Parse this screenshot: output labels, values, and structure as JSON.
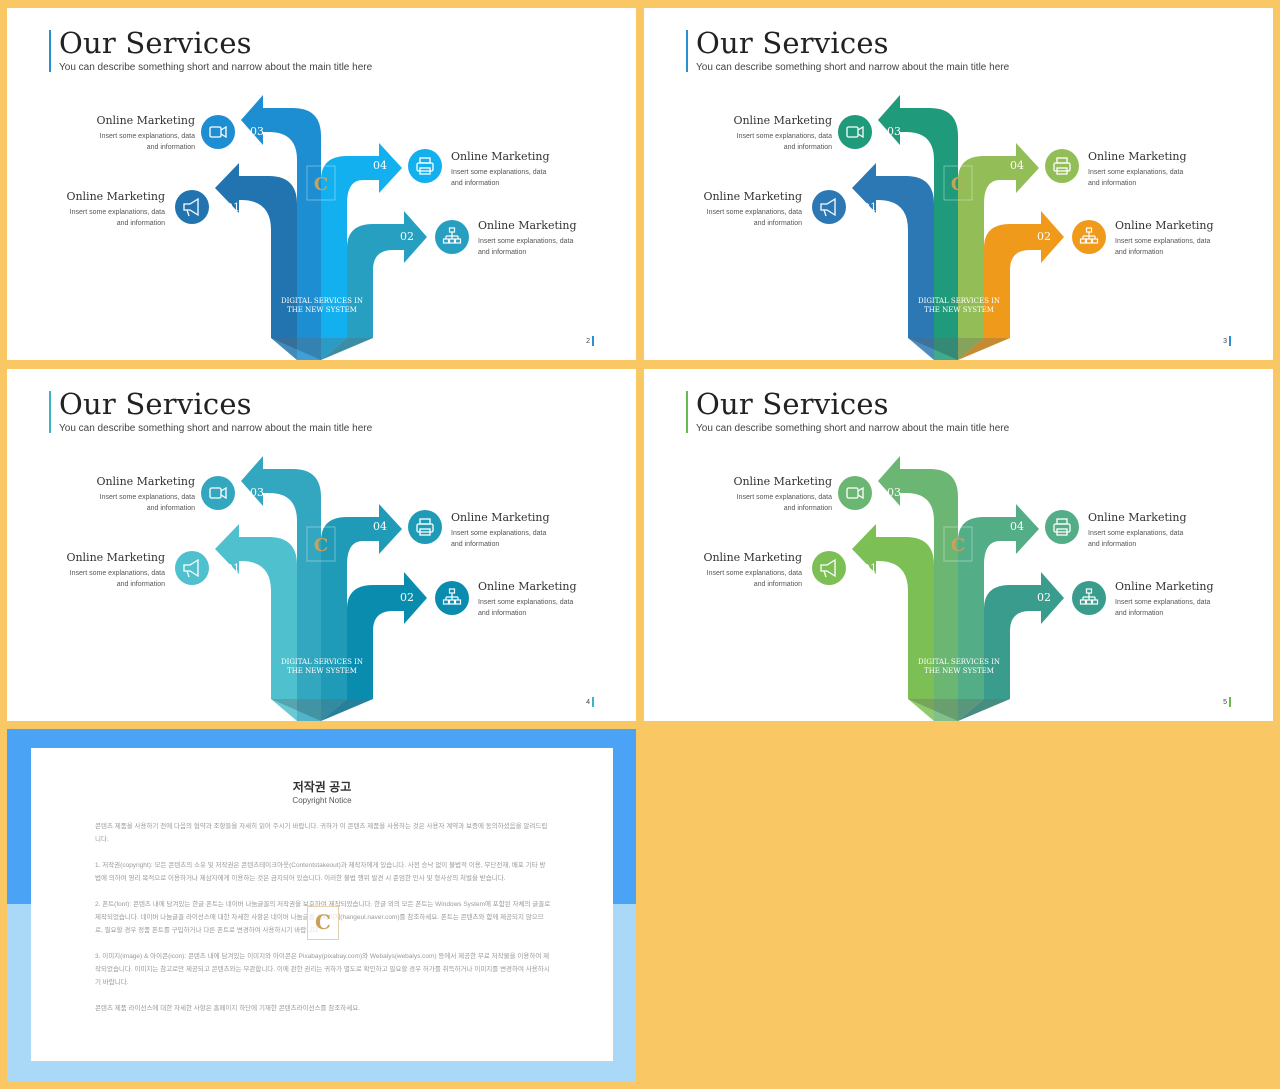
{
  "slides": [
    {
      "title": "Our Services",
      "subtitle": "You can describe something short and narrow about the main title here",
      "page": "2",
      "accent": "#2a8fd0",
      "colors": {
        "c1": "#2174b0",
        "c3": "#1d8ed1",
        "c4": "#12b0ef",
        "c2": "#279fc1"
      },
      "center_label": "DIGITAL SERVICES IN THE NEW SYSTEM"
    },
    {
      "title": "Our Services",
      "subtitle": "You can describe something short and narrow about the main title here",
      "page": "3",
      "accent": "#2a8fd0",
      "colors": {
        "c1": "#2b78b4",
        "c3": "#1f9a7b",
        "c4": "#93bd57",
        "c2": "#f09a1c"
      },
      "center_label": "DIGITAL SERVICES IN THE NEW SYSTEM"
    },
    {
      "title": "Our Services",
      "subtitle": "You can describe something short and narrow about the main title here",
      "page": "4",
      "accent": "#3fb3c6",
      "colors": {
        "c1": "#4fc0ce",
        "c3": "#33a7c0",
        "c4": "#1f9bb7",
        "c2": "#0a8caf"
      },
      "center_label": "DIGITAL SERVICES IN THE NEW SYSTEM"
    },
    {
      "title": "Our Services",
      "subtitle": "You can describe something short and narrow about the main title here",
      "page": "5",
      "accent": "#6bba4f",
      "colors": {
        "c1": "#7cbf55",
        "c3": "#6bb673",
        "c4": "#53ad86",
        "c2": "#3a9c8d"
      },
      "center_label": "DIGITAL SERVICES IN THE NEW SYSTEM"
    }
  ],
  "services": {
    "s1": {
      "num": "01",
      "title": "Online Marketing",
      "desc": "Insert some explanations, data and information",
      "icon": "megaphone-icon"
    },
    "s2": {
      "num": "02",
      "title": "Online Marketing",
      "desc": "Insert some explanations, data and information",
      "icon": "sitemap-icon"
    },
    "s3": {
      "num": "03",
      "title": "Online Marketing",
      "desc": "Insert some explanations, data and information",
      "icon": "video-camera-icon"
    },
    "s4": {
      "num": "04",
      "title": "Online Marketing",
      "desc": "Insert some explanations, data and information",
      "icon": "printer-icon"
    }
  },
  "copyright": {
    "title": "저작권 공고",
    "subtitle": "Copyright Notice",
    "paragraphs": [
      "콘텐츠 제품을 사용하기 전에 다음의 협약과 조항들을 자세히 읽어 주시기 바랍니다. 귀하가 이 콘텐츠 제품을 사용하는 것은 사용자 계약과 보증에 동의하셨음을 알려드립니다.",
      "1. 저작권(copyright): 모든 콘텐츠의 소유 및 저작권은 콘텐츠테이크아웃(Contentstakeout)과 제작자에게 있습니다. 사전 승낙 없이 불법적 이용, 무단전재, 배포 기타 방법에 의하여 영리 목적으로 이용하거나 제삼자에게 이용하는 것은 금지되어 있습니다. 이러한 불법 행위 발견 시 준엄한 민사 및 형사상의 처벌을 받습니다.",
      "2. 폰트(font): 콘텐츠 내에 담겨있는 한글 폰트는 네이버 나눔글꼴의 저작권을 보호하여 제작되었습니다. 한글 외의 모든 폰트는 Windows System에 포함된 자체의 글꼴로 제작되었습니다. 네이버 나눔글꼴 라이선스에 대한 자세한 사항은 네이버 나눔글꼴 홈페이지(hangeul.naver.com)를 참조하세요. 폰트는 콘텐츠와 함께 제공되지 않으므로, 필요할 경우 정품 폰트를 구입하거나 다른 폰트로 변경하여 사용하시기 바랍니다.",
      "3. 이미지(image) & 아이콘(icon): 콘텐츠 내에 담겨있는 이미지와 아이콘은 Pixabay(pixabay.com)와 Webalys(webalys.com) 등에서 제공한 무료 저작물을 이용하여 제작되었습니다. 이미지는 참고로만 제공되고 콘텐츠와는 무관합니다. 이에 관한 권리는 귀하가 별도로 확인하고 필요할 경우 허가를 취득하거나 이미지를 변경하여 사용하시기 바랍니다.",
      "콘텐츠 제품 라이선스에 대한 자세한 사항은 홈페이지 하단에 기재한 콘텐츠라이선스를 참조하세요."
    ]
  }
}
